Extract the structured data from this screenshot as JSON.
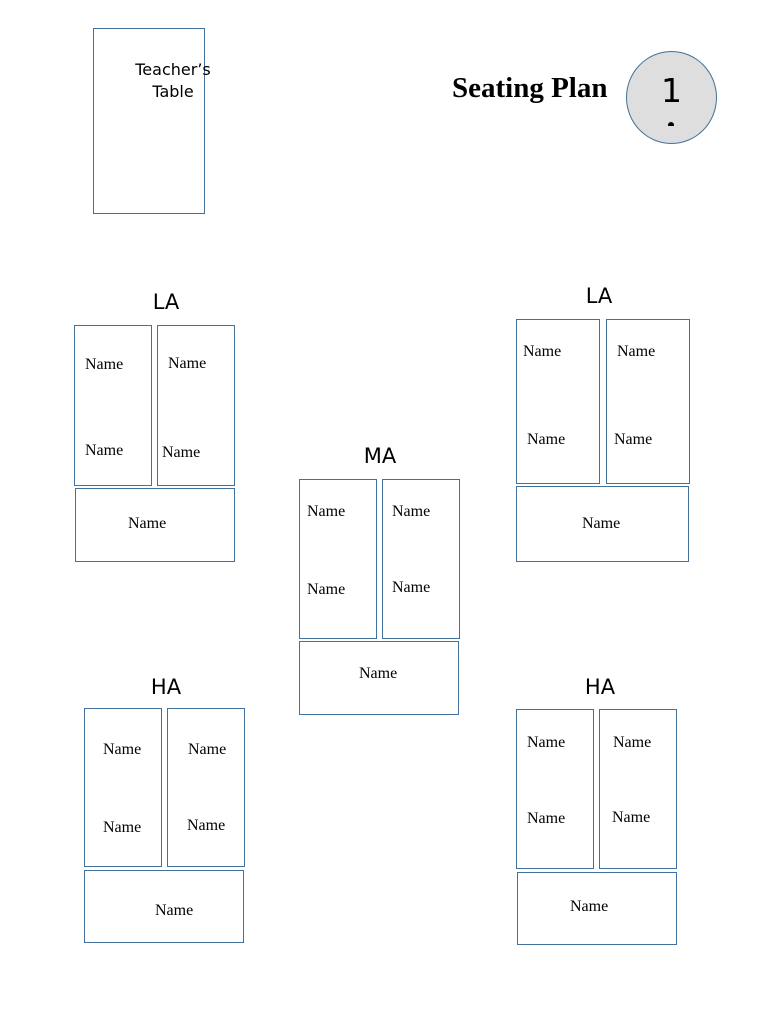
{
  "teacher_table": {
    "line1": "Teacher’s",
    "line2": "Table"
  },
  "title": "Seating Plan",
  "page_number": "1",
  "groups": {
    "la_left": {
      "label": "LA",
      "seats": [
        "Name",
        "Name",
        "Name",
        "Name",
        "Name"
      ]
    },
    "la_right": {
      "label": "LA",
      "seats": [
        "Name",
        "Name",
        "Name",
        "Name",
        "Name"
      ]
    },
    "ma_center": {
      "label": "MA",
      "seats": [
        "Name",
        "Name",
        "Name",
        "Name",
        "Name"
      ]
    },
    "ha_left": {
      "label": "HA",
      "seats": [
        "Name",
        "Name",
        "Name",
        "Name",
        "Name"
      ]
    },
    "ha_right": {
      "label": "HA",
      "seats": [
        "Name",
        "Name",
        "Name",
        "Name",
        "Name"
      ]
    }
  }
}
